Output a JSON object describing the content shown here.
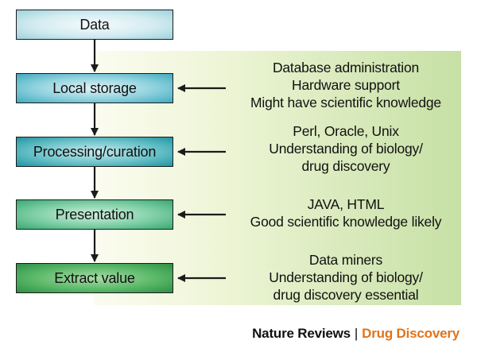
{
  "boxes": [
    {
      "label": "Data"
    },
    {
      "label": "Local storage"
    },
    {
      "label": "Processing/curation"
    },
    {
      "label": "Presentation"
    },
    {
      "label": "Extract value"
    }
  ],
  "descriptions": [
    {
      "lines": [
        "Database administration",
        "Hardware support",
        "Might have scientific knowledge"
      ]
    },
    {
      "lines": [
        "Perl, Oracle, Unix",
        "Understanding of biology/",
        "drug discovery"
      ]
    },
    {
      "lines": [
        "JAVA, HTML",
        "Good scientific knowledge likely"
      ]
    },
    {
      "lines": [
        "Data miners",
        "Understanding of biology/",
        "drug discovery essential"
      ]
    }
  ],
  "footer": {
    "publisher": "Nature Reviews",
    "separator": "|",
    "journal": "Drug Discovery"
  },
  "colors": {
    "journal_accent": "#e0731a",
    "panel_gradient_end": "#c6e0a5"
  }
}
